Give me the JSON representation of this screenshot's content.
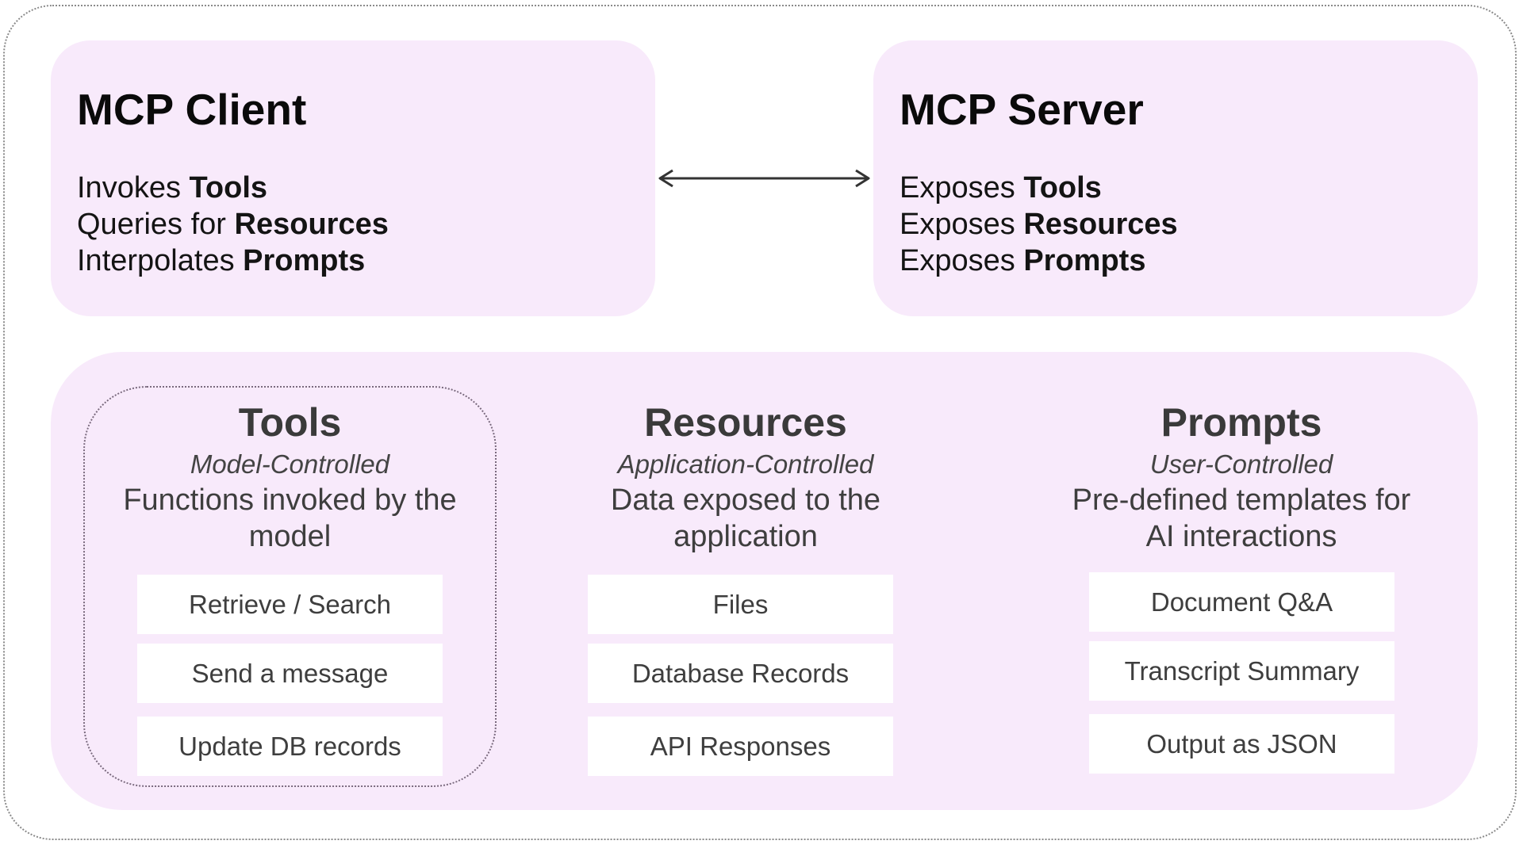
{
  "client": {
    "title": "MCP Client",
    "lines": [
      {
        "prefix": "Invokes ",
        "bold": "Tools"
      },
      {
        "prefix": "Queries for ",
        "bold": "Resources"
      },
      {
        "prefix": "Interpolates ",
        "bold": "Prompts"
      }
    ]
  },
  "server": {
    "title": "MCP Server",
    "lines": [
      {
        "prefix": "Exposes ",
        "bold": "Tools"
      },
      {
        "prefix": "Exposes ",
        "bold": "Resources"
      },
      {
        "prefix": "Exposes ",
        "bold": "Prompts"
      }
    ]
  },
  "columns": [
    {
      "title": "Tools",
      "subtitle": "Model-Controlled",
      "description": [
        "Functions invoked by the",
        "model"
      ],
      "items": [
        "Retrieve / Search",
        "Send a message",
        "Update DB records"
      ]
    },
    {
      "title": "Resources",
      "subtitle": "Application-Controlled",
      "description": [
        "Data exposed to the",
        "application"
      ],
      "items": [
        "Files",
        "Database Records",
        "API Responses"
      ]
    },
    {
      "title": "Prompts",
      "subtitle": "User-Controlled",
      "description": [
        "Pre-defined templates for",
        "AI interactions"
      ],
      "items": [
        "Document Q&A",
        "Transcript Summary",
        "Output as JSON"
      ]
    }
  ],
  "colors": {
    "panel_fill": "#f8eafb",
    "item_fill": "#ffffff",
    "frame_border": "#8a8a8a",
    "arrow": "#333333"
  }
}
